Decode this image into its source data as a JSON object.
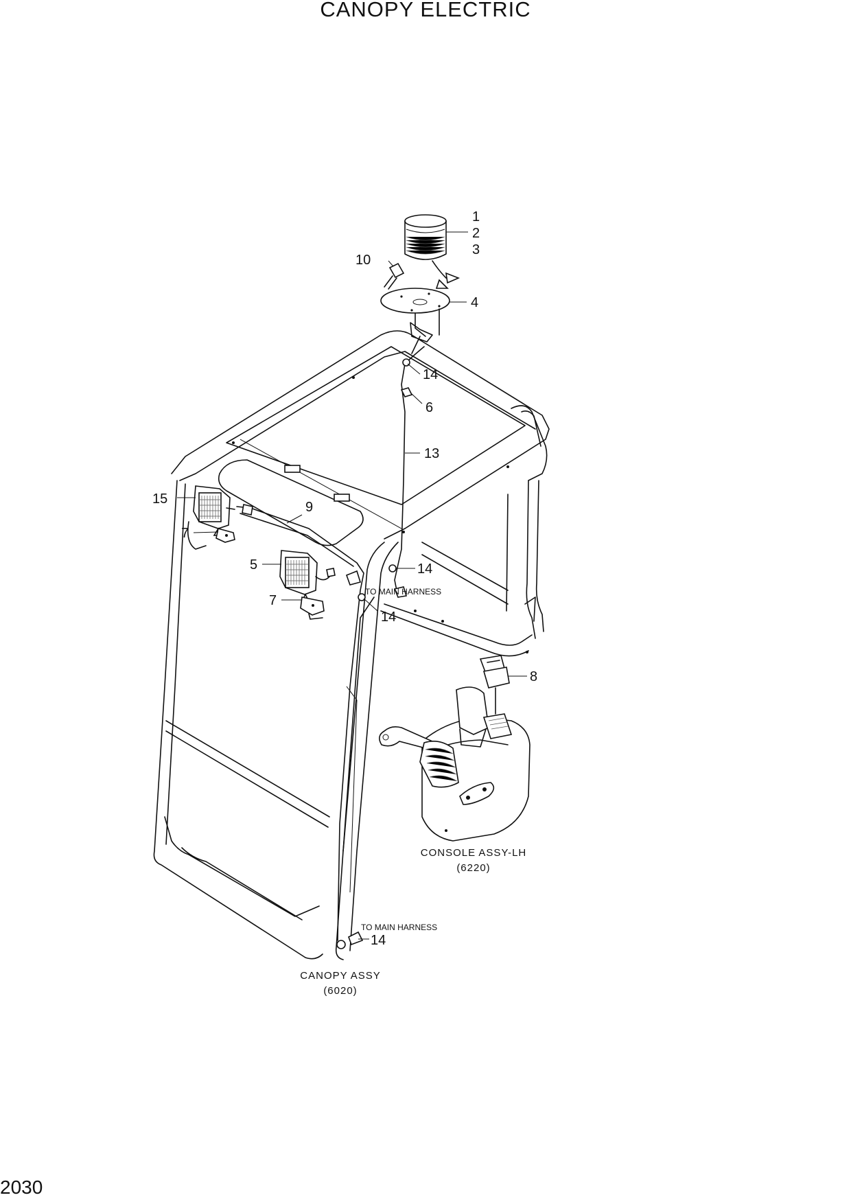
{
  "title": "CANOPY ELECTRIC",
  "page_number": "2030",
  "callouts": {
    "c1": "1",
    "c2": "2",
    "c3": "3",
    "c4": "4",
    "c5": "5",
    "c6": "6",
    "c7a": "7",
    "c7b": "7",
    "c8": "8",
    "c9": "9",
    "c10": "10",
    "c13": "13",
    "c14a": "14",
    "c14b": "14",
    "c14c": "14",
    "c14d": "14",
    "c15": "15"
  },
  "notes": {
    "main_harness_upper": "TO MAIN HARNESS",
    "main_harness_lower": "TO MAIN HARNESS"
  },
  "assemblies": {
    "console_name": "CONSOLE ASSY-LH",
    "console_ref": "(6220)",
    "canopy_name": "CANOPY ASSY",
    "canopy_ref": "(6020)"
  }
}
